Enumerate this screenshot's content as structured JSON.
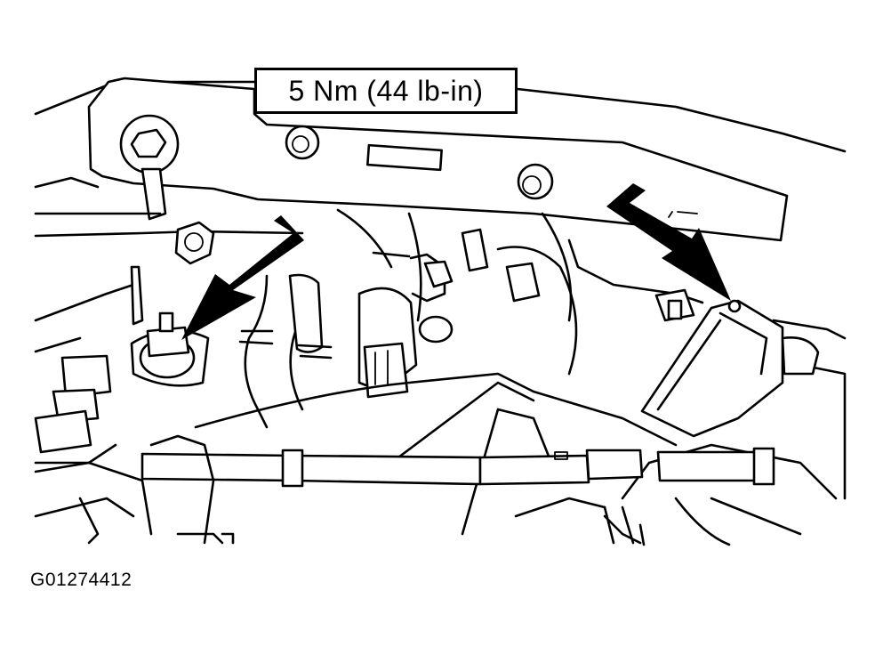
{
  "diagram": {
    "torque_label": "5 Nm (44 lb-in)",
    "figure_id": "G01274412",
    "arrow_count": 2
  },
  "colors": {
    "line": "#000000",
    "background": "#ffffff"
  }
}
